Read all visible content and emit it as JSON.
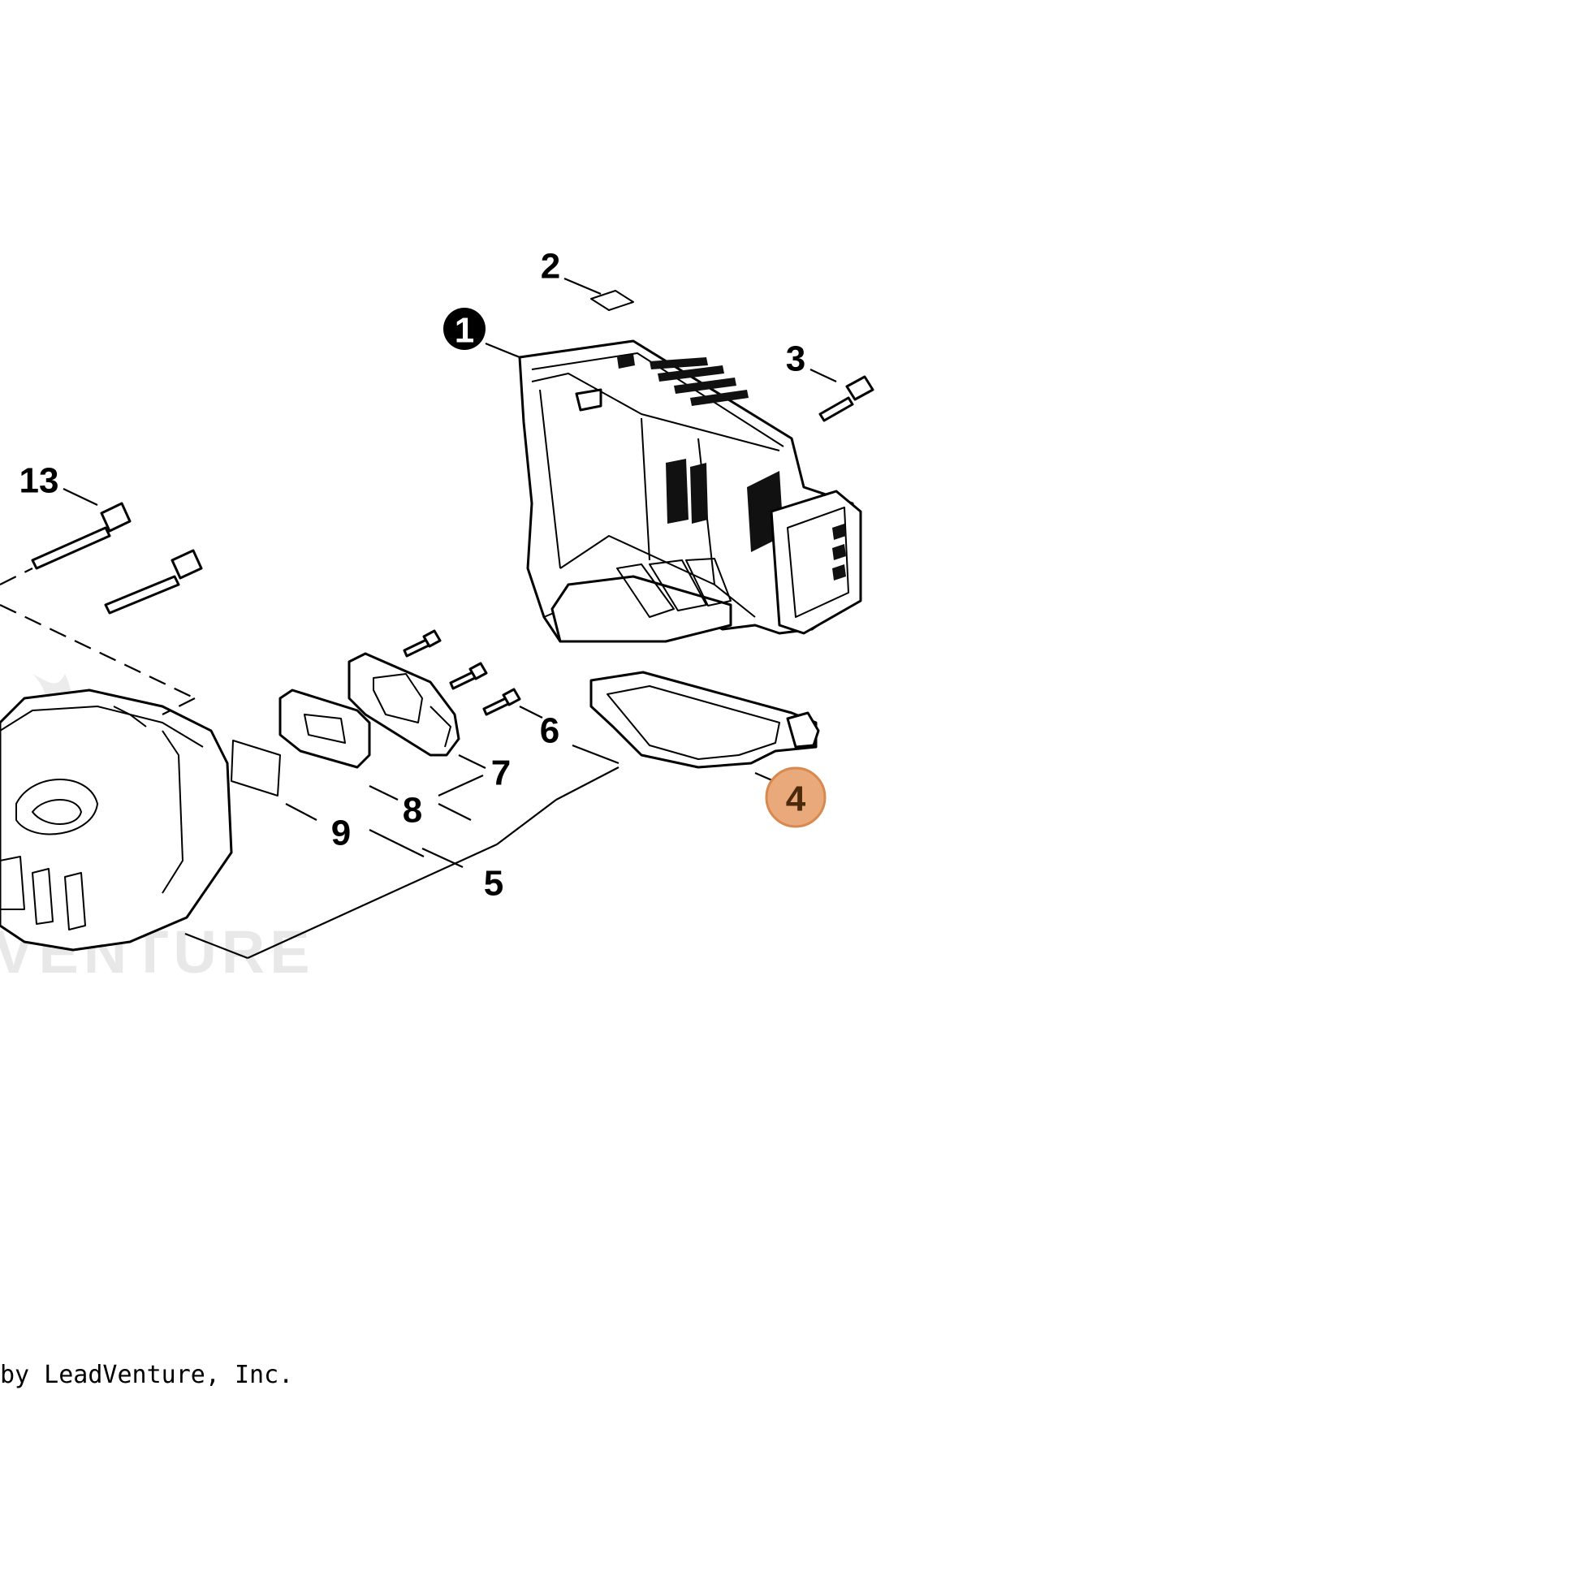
{
  "diagram": {
    "callouts": [
      {
        "id": "1",
        "label": "1",
        "style": "filled-black"
      },
      {
        "id": "2",
        "label": "2",
        "style": "plain"
      },
      {
        "id": "3",
        "label": "3",
        "style": "plain"
      },
      {
        "id": "4",
        "label": "4",
        "style": "highlighted",
        "highlight_color": "#e9a97a"
      },
      {
        "id": "5",
        "label": "5",
        "style": "plain"
      },
      {
        "id": "6",
        "label": "6",
        "style": "plain"
      },
      {
        "id": "7",
        "label": "7",
        "style": "plain"
      },
      {
        "id": "8",
        "label": "8",
        "style": "plain"
      },
      {
        "id": "9",
        "label": "9",
        "style": "plain"
      },
      {
        "id": "13",
        "label": "13",
        "style": "plain"
      }
    ],
    "watermark": "VENTURE",
    "copyright": "by LeadVenture, Inc."
  }
}
